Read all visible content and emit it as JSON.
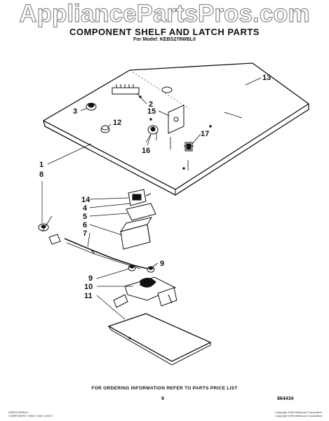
{
  "watermark": "AppliancePartsPros.com",
  "title": "COMPONENT SHELF AND LATCH PARTS",
  "subtitle": "For Model: KEBS278WBL0",
  "callouts": [
    "13",
    "2",
    "3",
    "15",
    "12",
    "16",
    "17",
    "1",
    "8",
    "14",
    "4",
    "5",
    "6",
    "7",
    "9",
    "9",
    "10",
    "11"
  ],
  "order_note": "FOR ORDERING INFORMATION REFER TO PARTS PRICE LIST",
  "page_number": "9",
  "part_number": "864434",
  "footer_left": [
    "KEBS278WBL0 ...",
    "COMPONENT SHELF AND LATCH"
  ],
  "footer_right": [
    "Copyright 1994 Whirlpool Corporation",
    "Copyright 1995 Whirlpool Corporation"
  ]
}
